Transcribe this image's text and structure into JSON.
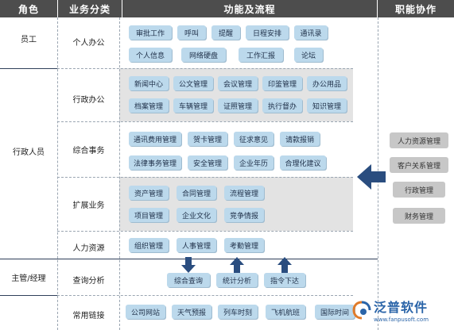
{
  "headers": {
    "role": "角色",
    "category": "业务分类",
    "flow": "功能及流程",
    "collab": "职能协作"
  },
  "roles": {
    "staff": "员工",
    "admin": "行政人员",
    "manager": "主管/经理"
  },
  "categories": {
    "personal": "个人办公",
    "admin_office": "行政办公",
    "affairs": "综合事务",
    "expand": "扩展业务",
    "hr": "人力资源",
    "query": "查询分析",
    "links": "常用链接"
  },
  "functions": {
    "personal_row1": [
      "审批工作",
      "呼叫",
      "提醒",
      "日程安排",
      "通讯录"
    ],
    "personal_row2": [
      "个人信息",
      "网络硬盘",
      "工作汇报",
      "论坛"
    ],
    "admin_row1": [
      "新闻中心",
      "公文管理",
      "会议管理",
      "印鉴管理",
      "办公用品"
    ],
    "admin_row2": [
      "档案管理",
      "车辆管理",
      "证照管理",
      "执行督办",
      "知识管理"
    ],
    "affairs_row1": [
      "通讯费用管理",
      "贺卡管理",
      "征求意见",
      "请款报销"
    ],
    "affairs_row2": [
      "法律事务管理",
      "安全管理",
      "企业年历",
      "合理化建议"
    ],
    "expand_row1": [
      "资产管理",
      "合同管理",
      "流程管理"
    ],
    "expand_row2": [
      "项目管理",
      "企业文化",
      "竞争情报"
    ],
    "hr_row": [
      "组织管理",
      "人事管理",
      "考勤管理"
    ],
    "query_row": [
      "综合查询",
      "统计分析",
      "指令下达"
    ],
    "links_row": [
      "公司网站",
      "天气预报",
      "列车时刻",
      "飞机航班",
      "国际时间"
    ]
  },
  "collab_items": [
    "人力资源管理",
    "客户关系管理",
    "行政管理",
    "财务管理"
  ],
  "logo": {
    "name": "泛普软件",
    "url": "www.fanpusoft.com"
  },
  "colors": {
    "header": "#4d4d4d",
    "pill": "#bcd9ec",
    "arrow": "#2a4d7f",
    "collab": "#c7c7c7",
    "zone": "#e3e3e3"
  }
}
